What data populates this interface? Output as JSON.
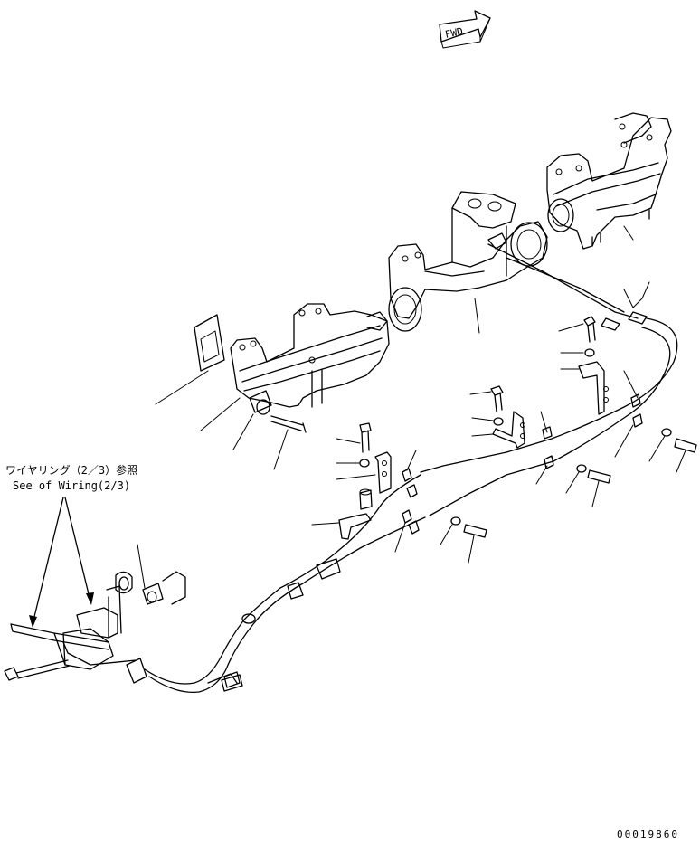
{
  "fwd_label": "FWD",
  "reference_note": {
    "japanese": "ワイヤリング（2／3）参照",
    "english": "See of Wiring(2/3)"
  },
  "drawing_number": "00019860"
}
